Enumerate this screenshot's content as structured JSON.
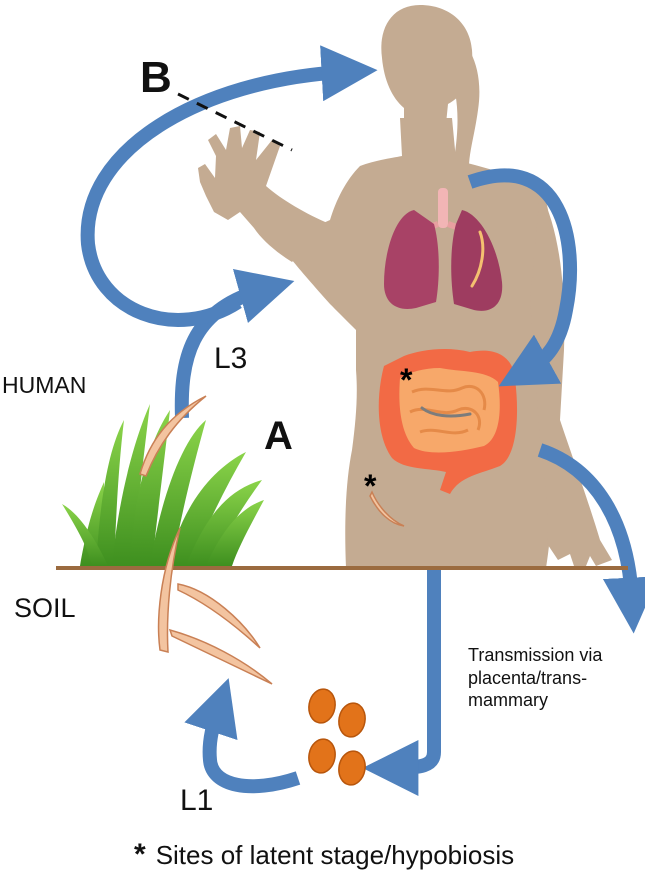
{
  "labels": {
    "b": "B",
    "a": "A",
    "l3": "L3",
    "l1": "L1",
    "human": "HUMAN",
    "soil": "SOIL",
    "transmission": "Transmission via placenta/trans-mammary"
  },
  "markers": {
    "star": "*"
  },
  "legend": {
    "star": "*",
    "text": "Sites of latent stage/hypobiosis"
  },
  "icons": [
    "human-silhouette-icon",
    "lungs-icon",
    "intestine-icon",
    "grass-icon",
    "larva-icon",
    "egg-icon",
    "cycle-arrow-icon"
  ],
  "colors": {
    "silhouette": "#c4ab92",
    "arrow": "#4f81bd",
    "soil_line": "#9b6b3f",
    "grass": "#5fb330",
    "larva": "#f3c4a0",
    "egg": "#e2731a",
    "intestine": "#f26a45",
    "lungs": "#a84266"
  }
}
